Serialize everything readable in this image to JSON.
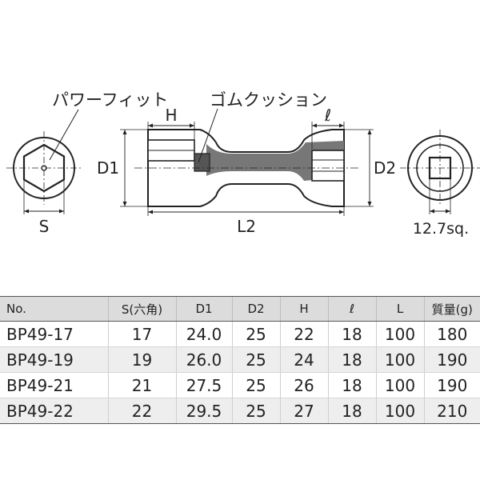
{
  "drawing": {
    "label_power_fit": "パワーフィット",
    "label_rubber_cushion": "ゴムクッション",
    "label_H": "H",
    "label_l": "ℓ",
    "label_D1": "D1",
    "label_D2": "D2",
    "label_S": "S",
    "label_L2": "L2",
    "label_square": "12.7sq."
  },
  "table": {
    "headers": [
      "No.",
      "S(六角)",
      "D1",
      "D2",
      "H",
      "ℓ",
      "L",
      "質量(g)"
    ],
    "rows": [
      [
        "BP49-17",
        "17",
        "24.0",
        "25",
        "22",
        "18",
        "100",
        "180"
      ],
      [
        "BP49-19",
        "19",
        "26.0",
        "25",
        "24",
        "18",
        "100",
        "190"
      ],
      [
        "BP49-21",
        "21",
        "27.5",
        "25",
        "26",
        "18",
        "100",
        "190"
      ],
      [
        "BP49-22",
        "22",
        "29.5",
        "25",
        "27",
        "18",
        "100",
        "210"
      ]
    ]
  }
}
